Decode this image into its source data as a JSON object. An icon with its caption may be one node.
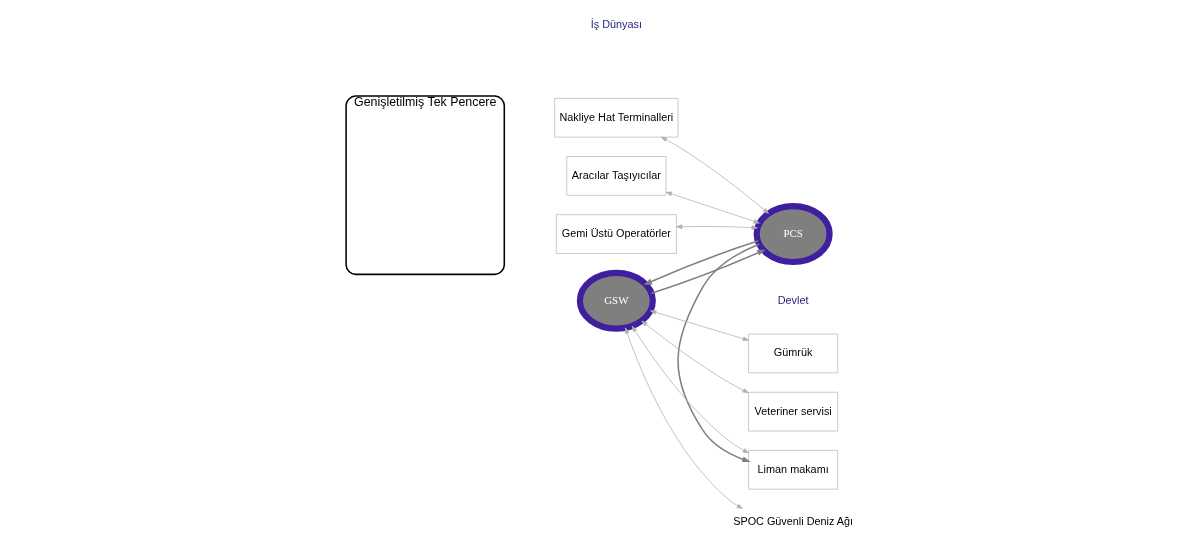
{
  "diagram": {
    "nodes": [
      {
        "text": [
          "Genişletilmiş Tek Pencere"
        ]
      },
      {
        "text": [
          "Nakliye Hat Terminalleri"
        ]
      },
      {
        "text": [
          "Aracılar Taşıyıcılar"
        ]
      },
      {
        "text": [
          "Gemi Üstü Operatörler"
        ]
      },
      {
        "text": [
          "PCS"
        ]
      },
      {
        "text": [
          "GSW"
        ]
      },
      {
        "text": [
          "Gümrük"
        ]
      },
      {
        "text": [
          "Veteriner servisi"
        ]
      },
      {
        "text": [
          "Liman makamı"
        ]
      },
      {
        "text": [
          "SPOC Güvenli Deniz Ağı"
        ]
      }
    ],
    "edges": [
      {
        "from": 1,
        "to": 4,
        "arrow": "both"
      },
      {
        "from": 2,
        "to": 4,
        "arrow": "both"
      },
      {
        "from": 3,
        "to": 4,
        "arrow": "both"
      },
      {
        "from": 4,
        "to": 5,
        "arrow": "to",
        "color": "#808080"
      },
      {
        "from": 5,
        "to": 4,
        "arrow": "to",
        "color": "#808080"
      },
      {
        "from": 4,
        "to": 8,
        "arrow": "to",
        "color": "#808080"
      },
      {
        "from": 6,
        "to": 5,
        "arrow": "both"
      },
      {
        "from": 7,
        "to": 5,
        "arrow": "both"
      },
      {
        "from": 8,
        "to": 5,
        "arrow": "both"
      },
      {
        "from": 9,
        "to": 5,
        "arrow": "both"
      }
    ],
    "labels": [
      "İş Dünyası",
      "Devlet"
    ]
  }
}
